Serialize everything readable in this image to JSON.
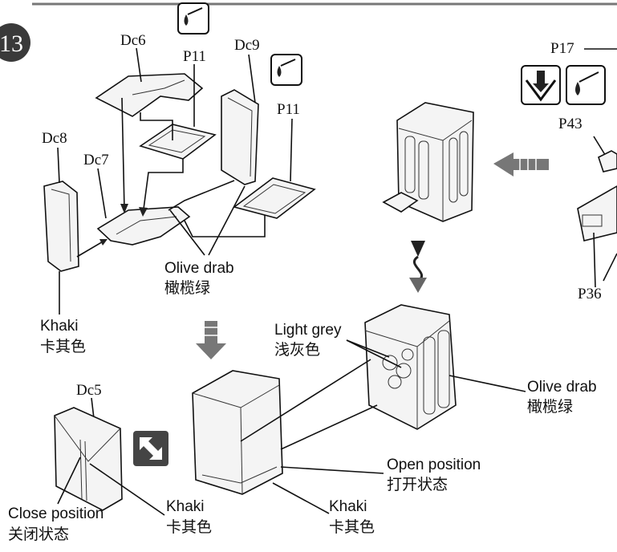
{
  "step": {
    "number": "13"
  },
  "parts": {
    "dc6": "Dc6",
    "dc9": "Dc9",
    "dc8": "Dc8",
    "dc7": "Dc7",
    "dc5": "Dc5",
    "p11_a": "P11",
    "p11_b": "P11",
    "p17": "P17",
    "p43": "P43",
    "p36": "P36"
  },
  "captions": {
    "olive_drab_1_en": "Olive drab",
    "olive_drab_1_zh": "橄榄绿",
    "khaki_1_en": "Khaki",
    "khaki_1_zh": "卡其色",
    "light_grey_en": "Light grey",
    "light_grey_zh": "浅灰色",
    "olive_drab_2_en": "Olive drab",
    "olive_drab_2_zh": "橄榄绿",
    "open_en": "Open position",
    "open_zh": "打开状态",
    "close_en": "Close position",
    "close_zh": "关闭状态",
    "khaki_2_en": "Khaki",
    "khaki_2_zh": "卡其色",
    "khaki_3_en": "Khaki",
    "khaki_3_zh": "卡其色"
  },
  "icons": {
    "glue": "glue-drop-icon",
    "apply": "apply-arrow-icon",
    "flip": "flip-arrows-icon",
    "direction": "direction-arrow-icon"
  }
}
